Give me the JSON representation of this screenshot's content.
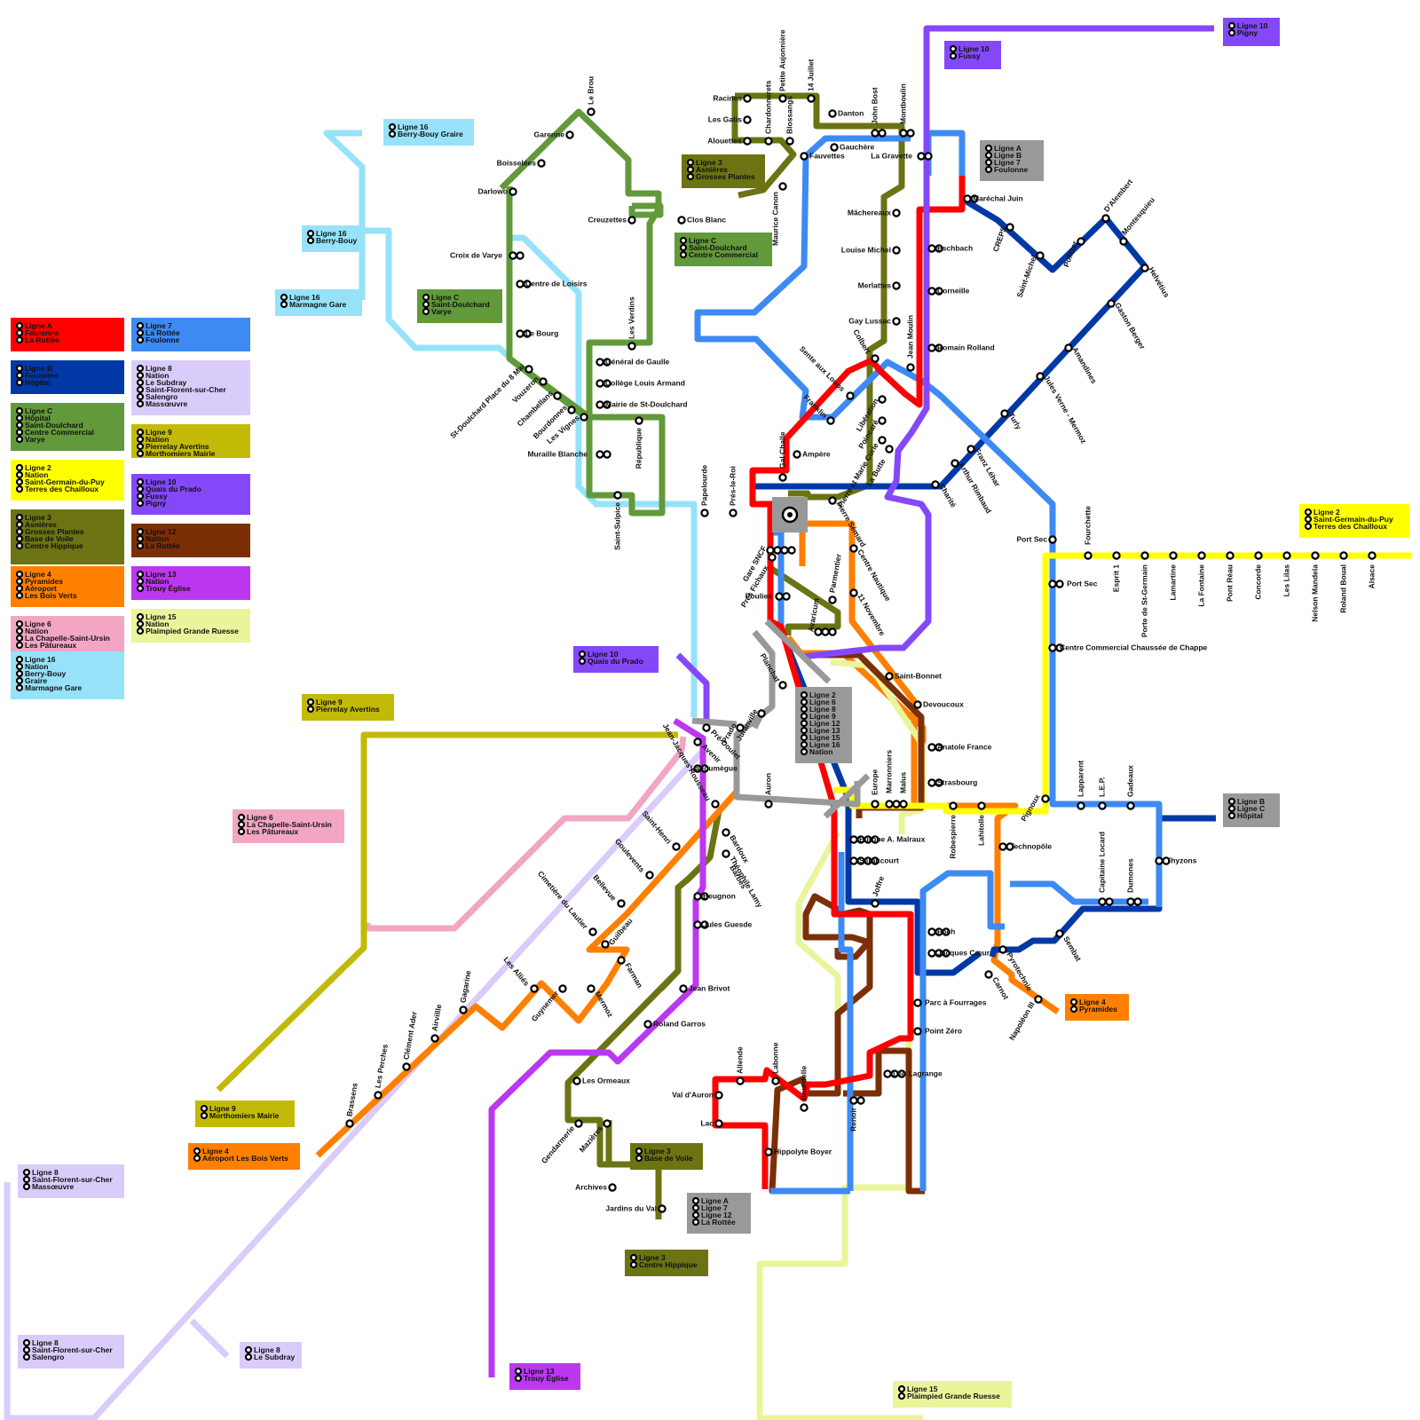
{
  "colors": {
    "A": "#ff0000",
    "B": "#0039a6",
    "C": "#62993a",
    "2": "#ffff00",
    "3": "#6b7313",
    "4": "#ff7f00",
    "6": "#f3a6c4",
    "7": "#3d8af2",
    "8": "#d9ccfb",
    "9": "#c2ba07",
    "10": "#8448f9",
    "12": "#7b2f06",
    "13": "#bc37f0",
    "15": "#eaf49a",
    "16": "#96e2f9",
    "hub": "#999999"
  },
  "legend": [
    {
      "key": "A",
      "title": "Ligne A",
      "items": [
        "Foulonne",
        "La Rottée"
      ]
    },
    {
      "key": "7",
      "title": "Ligne 7",
      "items": [
        "La Rottée",
        "Foulonne"
      ]
    },
    {
      "key": "B",
      "title": "Ligne B",
      "items": [
        "Foulonne",
        "Hôpital"
      ]
    },
    {
      "key": "8",
      "title": "Ligne 8",
      "items": [
        "Nation",
        "Le Subdray",
        "Saint-Florent-sur-Cher",
        "Salengro",
        "Massœuvre"
      ]
    },
    {
      "key": "C",
      "title": "Ligne C",
      "items": [
        "Hôpital",
        "Saint-Doulchard",
        "Centre Commercial",
        "Varye"
      ]
    },
    {
      "key": "9",
      "title": "Ligne 9",
      "items": [
        "Nation",
        "Pierrelay Avertins",
        "Morthomiers Mairie"
      ]
    },
    {
      "key": "2",
      "title": "Ligne 2",
      "items": [
        "Nation",
        "Saint-Germain-du-Puy",
        "Terres des Chailloux"
      ]
    },
    {
      "key": "10",
      "title": "Ligne 10",
      "items": [
        "Quais du Prado",
        "Fussy",
        "Pigny"
      ]
    },
    {
      "key": "3",
      "title": "Ligne 3",
      "items": [
        "Asnières",
        "Grosses Plantes",
        "Base de Voile",
        "Centre Hippique"
      ]
    },
    {
      "key": "12",
      "title": "Ligne 12",
      "items": [
        "Nation",
        "La Rottée"
      ]
    },
    {
      "key": "4",
      "title": "Ligne 4",
      "items": [
        "Pyramides",
        "Aéroport",
        "Les Bois Verts"
      ]
    },
    {
      "key": "13",
      "title": "Ligne 13",
      "items": [
        "Nation",
        "Trouy Église"
      ]
    },
    {
      "key": "6",
      "title": "Ligne 6",
      "items": [
        "Nation",
        "La Chapelle-Saint-Ursin",
        "Les Pâtureaux"
      ]
    },
    {
      "key": "15",
      "title": "Ligne 15",
      "items": [
        "Nation",
        "Plaimpied Grande Ruesse"
      ]
    },
    {
      "key": "16",
      "title": "Ligne 16",
      "items": [
        "Nation",
        "Berry-Bouy",
        "Graire",
        "Marmagne Gare"
      ]
    }
  ],
  "terminals": [
    {
      "key": "10",
      "lines": [
        "Ligne 10",
        "Pigny"
      ]
    },
    {
      "key": "10",
      "lines": [
        "Ligne 10",
        "Fussy"
      ]
    },
    {
      "key": "16",
      "lines": [
        "Ligne 16",
        "Berry-Bouy Graire"
      ]
    },
    {
      "key": "16",
      "lines": [
        "Ligne 16",
        "Berry-Bouy"
      ]
    },
    {
      "key": "16",
      "lines": [
        "Ligne 16",
        "Marmagne Gare"
      ]
    },
    {
      "key": "3",
      "lines": [
        "Ligne 3",
        "Asnières",
        "Grosses Plantes"
      ]
    },
    {
      "key": "hub",
      "lines": [
        "Ligne A",
        "Ligne B",
        "Ligne 7",
        "Foulonne"
      ]
    },
    {
      "key": "C",
      "lines": [
        "Ligne C",
        "Saint-Doulchard",
        "Centre Commercial"
      ]
    },
    {
      "key": "C",
      "lines": [
        "Ligne C",
        "Saint-Doulchard",
        "Varye"
      ]
    },
    {
      "key": "2",
      "lines": [
        "Ligne 2",
        "Saint-Germain-du-Puy",
        "Terres des Chailloux"
      ]
    },
    {
      "key": "10",
      "lines": [
        "Ligne 10",
        "Quais du Prado"
      ]
    },
    {
      "key": "9",
      "lines": [
        "Ligne 9",
        "Pierrelay Avertins"
      ]
    },
    {
      "key": "hub",
      "lines": [
        "Ligne 2",
        "Ligne 6",
        "Ligne 8",
        "Ligne 9",
        "Ligne 12",
        "Ligne 13",
        "Ligne 15",
        "Ligne 16",
        "Nation"
      ]
    },
    {
      "key": "6",
      "lines": [
        "Ligne 6",
        "La Chapelle-Saint-Ursin",
        "Les Pâtureaux"
      ]
    },
    {
      "key": "hub",
      "lines": [
        "Ligne B",
        "Ligne C",
        "Hôpital"
      ]
    },
    {
      "key": "4",
      "lines": [
        "Ligne 4",
        "Pyramides"
      ]
    },
    {
      "key": "9",
      "lines": [
        "Ligne 9",
        "Morthomiers Mairie"
      ]
    },
    {
      "key": "4",
      "lines": [
        "Ligne 4",
        "Aéroport Les Bois Verts"
      ]
    },
    {
      "key": "3",
      "lines": [
        "Ligne 3",
        "Base de Voile"
      ]
    },
    {
      "key": "hub",
      "lines": [
        "Ligne A",
        "Ligne 7",
        "Ligne 12",
        "La Rottée"
      ]
    },
    {
      "key": "3",
      "lines": [
        "Ligne 3",
        "Centre Hippique"
      ]
    },
    {
      "key": "8",
      "lines": [
        "Ligne 8",
        "Saint-Florent-sur-Cher",
        "Massœuvre"
      ]
    },
    {
      "key": "8",
      "lines": [
        "Ligne 8",
        "Saint-Florent-sur-Cher",
        "Salengro"
      ]
    },
    {
      "key": "8",
      "lines": [
        "Ligne 8",
        "Le Subdray"
      ]
    },
    {
      "key": "13",
      "lines": [
        "Ligne 13",
        "Trouy Église"
      ]
    },
    {
      "key": "15",
      "lines": [
        "Ligne 15",
        "Plaimpied Grande Ruesse"
      ]
    }
  ],
  "stations": [
    "Racines",
    "Les Gatis",
    "Alouettes",
    "Chardonnerets",
    "Petite Aujonnière",
    "Blossangs",
    "14 Juillet",
    "Danton",
    "John Bost",
    "Montboulin",
    "Gauchère",
    "Fauvettes",
    "La Gravette",
    "Maurice Canon",
    "Mâchereaux",
    "Louise Michel",
    "Merlattes",
    "Gay Lussac",
    "Jean Moulin",
    "Colbert",
    "Sente aux Loups",
    "Franklin",
    "Libération",
    "Poincaré",
    "Pierre et Marie Curie",
    "La Butte",
    "Ampère",
    "Gal Challe",
    "Gare SNCF",
    "Prés Fichaux",
    "Poulies",
    "Avaricum",
    "Pierre Sémard",
    "Centre Nautique",
    "11 Novembre",
    "Parmentier",
    "Planchat",
    "Juranville",
    "Prado",
    "Pré-Doulet",
    "Avenir",
    "Ladoumègue",
    "Jean-Jacques Rousseau",
    "Saint-Henri",
    "Goulevents",
    "Bellevue",
    "Cimetière du Lautier",
    "Guilbeau",
    "Farman",
    "Mermoz",
    "Guynemer",
    "Les Alliés",
    "Gagarine",
    "Airvillle",
    "Clément Ader",
    "Les Perches",
    "Brassens",
    "Le Brou",
    "Garenne",
    "Boisselées",
    "Darlowo",
    "Croix de Varye",
    "Centre de Loisirs",
    "Le Bourg",
    "St-Doulchard Place du 8 Mai",
    "Vouzeron",
    "Chambellans",
    "Bourdonnes",
    "Les Vignes",
    "Creuzettes",
    "Clos Blanc",
    "Les Verdins",
    "Général de Gaulle",
    "Collège Louis Armand",
    "Mairie de St-Doulchard",
    "Muraille Blanche",
    "République",
    "Saint-Sulpice",
    "Papelourde",
    "Prés-le-Roi",
    "Eschbach",
    "Corneille",
    "Romain Rolland",
    "Maréchal Juin",
    "CREPS",
    "Saint-Michel",
    "Politzer",
    "D'Alembert",
    "Montesquieu",
    "Helvétius",
    "Gaston Berger",
    "Amandines",
    "Jules Verne - Mermoz",
    "Turly",
    "Franz Léhar",
    "Arthur Rimbaud",
    "Charité",
    "Port Sec",
    "Fourchette",
    "Esprit 1",
    "Porte de St-Germain",
    "Lamartine",
    "La Fontaine",
    "Pont Réau",
    "Concorde",
    "Les Lilas",
    "Nelson Mandela",
    "Roland Boual",
    "Alsace",
    "Centre Commercial Chaussée de Chappe",
    "Saint-Bonnet",
    "Devoucoux",
    "Anatole France",
    "Strasbourg",
    "Auron",
    "Europe",
    "Marronniers",
    "Malus",
    "Robespierre",
    "Lahitolle",
    "Technopôle",
    "Pignoux",
    "Lapparent",
    "L.E.P.",
    "Gadeaux",
    "Thyzons",
    "Capitaine Locard",
    "Dumones",
    "Sembat",
    "Europe A. Malraux",
    "Séraucourt",
    "Joffre",
    "Foch",
    "Jacques Cœur",
    "Pyrotechnie",
    "Carnot",
    "Napoléon III",
    "Parc à Fourrages",
    "Point Zéro",
    "Léo Lagrange",
    "Renoir",
    "Bourdelle",
    "Labonne",
    "Allende",
    "Val d'Auron",
    "Lac",
    "Hippolyte Boyer",
    "Bardoux",
    "Théophile Lamy",
    "Barbès",
    "Beugnon",
    "Jules Guesde",
    "Jean Brivot",
    "Roland Garros",
    "Les Ormeaux",
    "Gendarmerie",
    "Mazières",
    "Archives",
    "Jardins du Val"
  ]
}
